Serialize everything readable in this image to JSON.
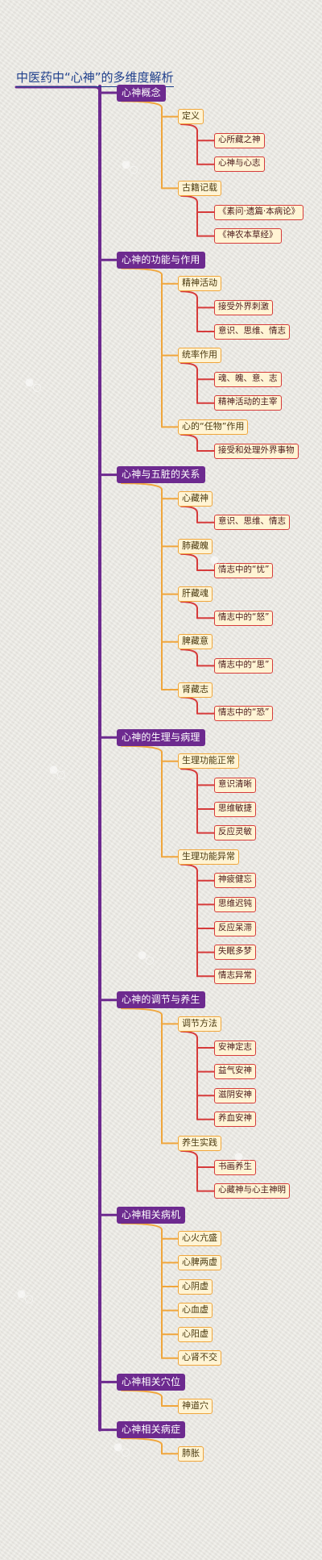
{
  "title": "中医药中“心神”的多维度解析",
  "colors": {
    "root_line": "#6d2a8f",
    "level2_line": "#f0a63c",
    "level3_line": "#d63b3b"
  },
  "sections": [
    {
      "label": "心神概念",
      "children": [
        {
          "label": "定义",
          "children": [
            "心所藏之神",
            "心神与心志"
          ]
        },
        {
          "label": "古籍记载",
          "children": [
            "《素问·遗篇·本病论》",
            "《神农本草经》"
          ]
        }
      ]
    },
    {
      "label": "心神的功能与作用",
      "children": [
        {
          "label": "精神活动",
          "children": [
            "接受外界刺激",
            "意识、思维、情志"
          ]
        },
        {
          "label": "统率作用",
          "children": [
            "魂、魄、意、志",
            "精神活动的主宰"
          ]
        },
        {
          "label": "心的“任物”作用",
          "children": [
            "接受和处理外界事物"
          ]
        }
      ]
    },
    {
      "label": "心神与五脏的关系",
      "children": [
        {
          "label": "心藏神",
          "children": [
            "意识、思维、情志"
          ]
        },
        {
          "label": "肺藏魄",
          "children": [
            "情志中的“忧”"
          ]
        },
        {
          "label": "肝藏魂",
          "children": [
            "情志中的“怒”"
          ]
        },
        {
          "label": "脾藏意",
          "children": [
            "情志中的“思”"
          ]
        },
        {
          "label": "肾藏志",
          "children": [
            "情志中的“恐”"
          ]
        }
      ]
    },
    {
      "label": "心神的生理与病理",
      "children": [
        {
          "label": "生理功能正常",
          "children": [
            "意识清晰",
            "思维敏捷",
            "反应灵敏"
          ]
        },
        {
          "label": "生理功能异常",
          "children": [
            "神疲健忘",
            "思维迟钝",
            "反应呆滞",
            "失眠多梦",
            "情志异常"
          ]
        }
      ]
    },
    {
      "label": "心神的调节与养生",
      "children": [
        {
          "label": "调节方法",
          "children": [
            "安神定志",
            "益气安神",
            "滋阴安神",
            "养血安神"
          ]
        },
        {
          "label": "养生实践",
          "children": [
            "书画养生",
            "心藏神与心主神明"
          ]
        }
      ]
    },
    {
      "label": "心神相关病机",
      "children": [
        {
          "label": "心火亢盛",
          "children": []
        },
        {
          "label": "心脾两虚",
          "children": []
        },
        {
          "label": "心阴虚",
          "children": []
        },
        {
          "label": "心血虚",
          "children": []
        },
        {
          "label": "心阳虚",
          "children": []
        },
        {
          "label": "心肾不交",
          "children": []
        }
      ]
    },
    {
      "label": "心神相关穴位",
      "children": [
        {
          "label": "神道穴",
          "children": []
        }
      ]
    },
    {
      "label": "心神相关病症",
      "children": [
        {
          "label": "肺胀",
          "children": []
        }
      ]
    }
  ]
}
